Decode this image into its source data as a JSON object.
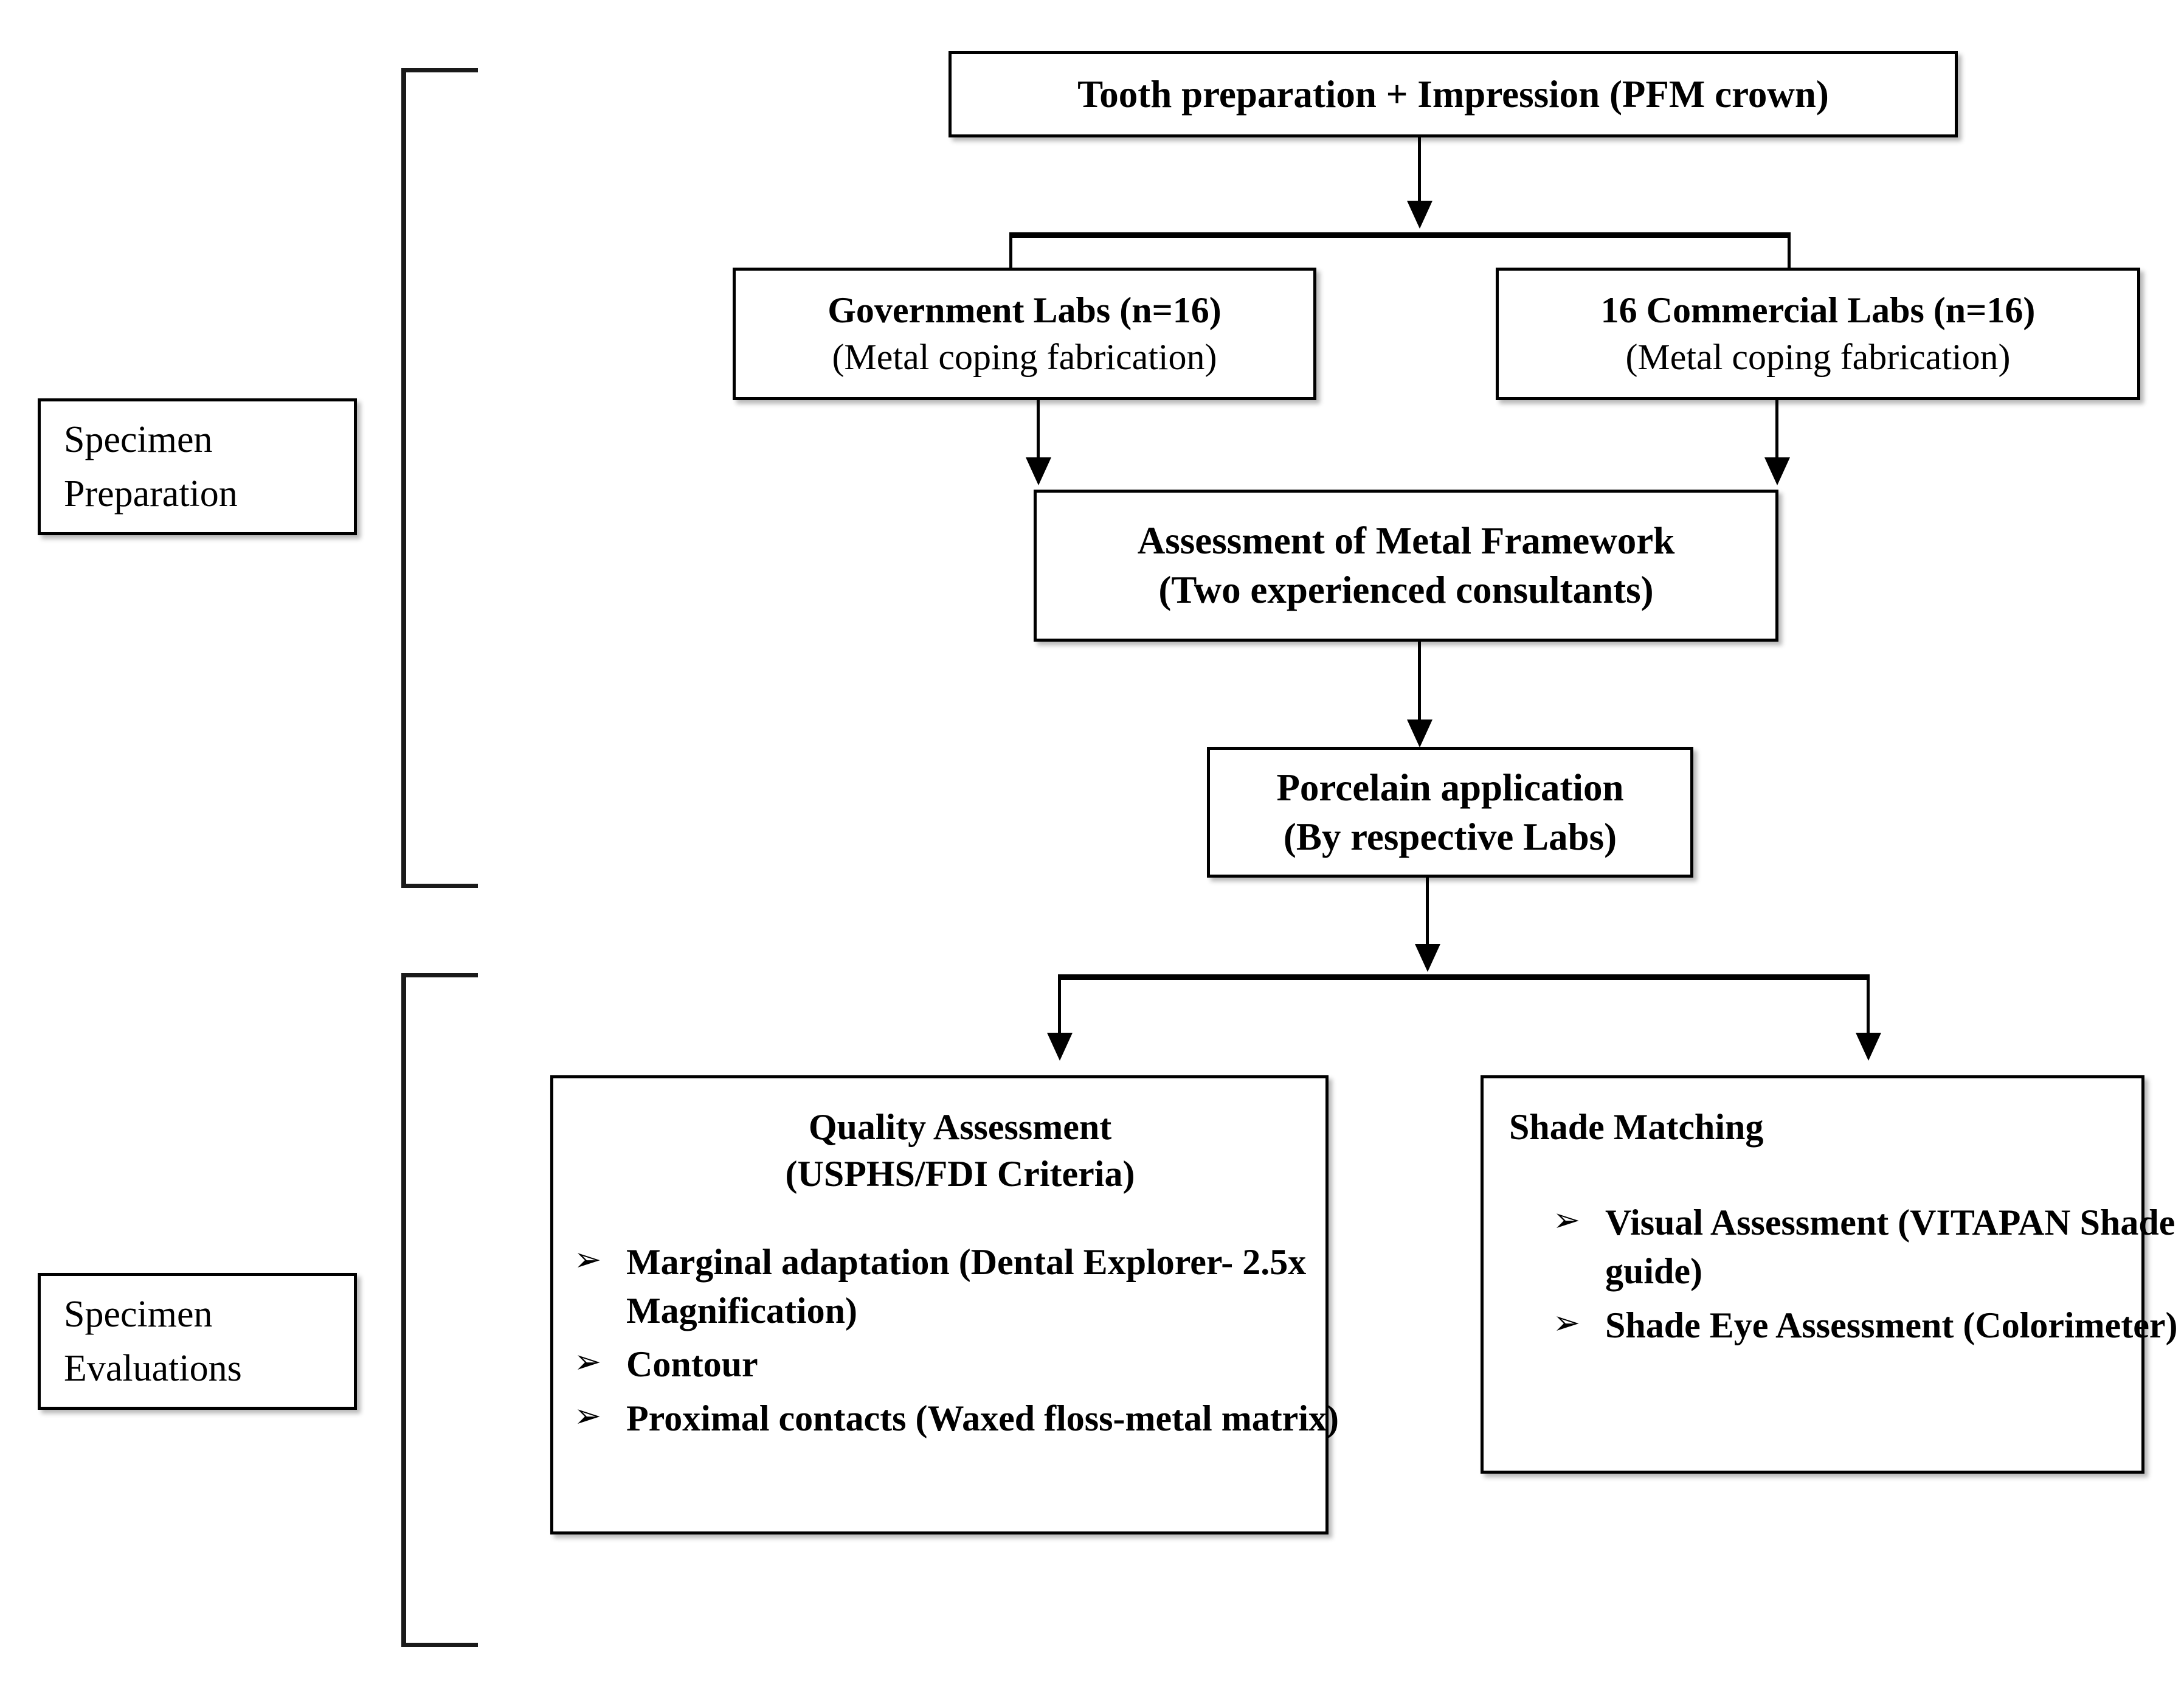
{
  "figure": {
    "type": "flowchart",
    "title": "Study design flowchart for PFM crown fabrication and evaluation"
  },
  "side_labels": [
    {
      "line1": "Specimen",
      "line2": "Preparation"
    },
    {
      "line1": "Specimen",
      "line2": "Evaluations"
    }
  ],
  "nodes": {
    "tooth_preparation": {
      "line1": "Tooth preparation + Impression (PFM crown)"
    },
    "government_labs": {
      "line1": "Government Labs (n=16)",
      "line2": "(Metal coping fabrication)"
    },
    "commercial_labs": {
      "line1": "16 Commercial Labs (n=16)",
      "line2": "(Metal coping fabrication)"
    },
    "metal_framework_assessment": {
      "line1": "Assessment of Metal Framework",
      "line2": "(Two experienced consultants)"
    },
    "porcelain_application": {
      "line1": "Porcelain application",
      "line2": "(By respective Labs)"
    },
    "quality_assessment": {
      "line1": "Quality Assessment",
      "line2": "(USPHS/FDI Criteria)",
      "bullet_marker": "➢",
      "bullets": [
        "Marginal adaptation (Dental Explorer- 2.5x Magnification)",
        "Contour",
        "Proximal contacts (Waxed floss-metal matrix)"
      ]
    },
    "shade_matching": {
      "line1": "Shade Matching",
      "bullet_marker": "➢",
      "bullets": [
        "Visual Assessment (VITAPAN Shade guide)",
        "Shade Eye Assessment (Colorimeter)"
      ]
    }
  },
  "colors": {
    "stroke": "#000000",
    "background": "#ffffff",
    "text": "#000000",
    "bracket": "#1a1a1a"
  }
}
